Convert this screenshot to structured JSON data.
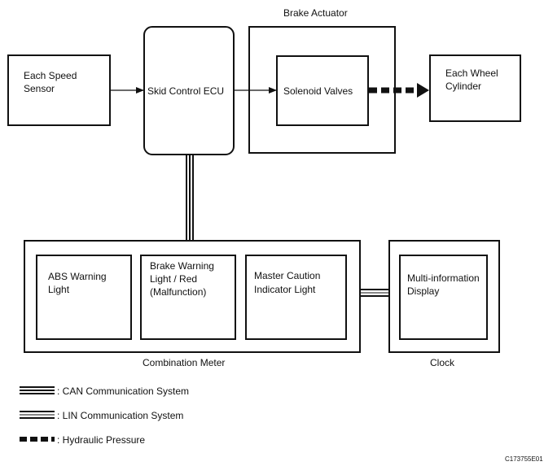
{
  "blocks": {
    "speed_sensor": [
      "Each Speed",
      "Sensor"
    ],
    "ecu": "Skid Control ECU",
    "actuator_title": "Brake Actuator",
    "solenoid": "Solenoid Valves",
    "wheel_cylinder": [
      "Each Wheel",
      "Cylinder"
    ],
    "abs_light": [
      "ABS Warning",
      "Light"
    ],
    "brake_light": [
      "Brake Warning",
      "Light / Red",
      "(Malfunction)"
    ],
    "master_caution": [
      "Master Caution",
      "Indicator Light"
    ],
    "combination_meter": "Combination Meter",
    "multi_info": [
      "Multi-information",
      "Display"
    ],
    "clock": "Clock"
  },
  "legend": {
    "can": ": CAN Communication System",
    "lin": ": LIN Communication System",
    "hydraulic": ": Hydraulic Pressure"
  },
  "figure_id": "C173755E01"
}
